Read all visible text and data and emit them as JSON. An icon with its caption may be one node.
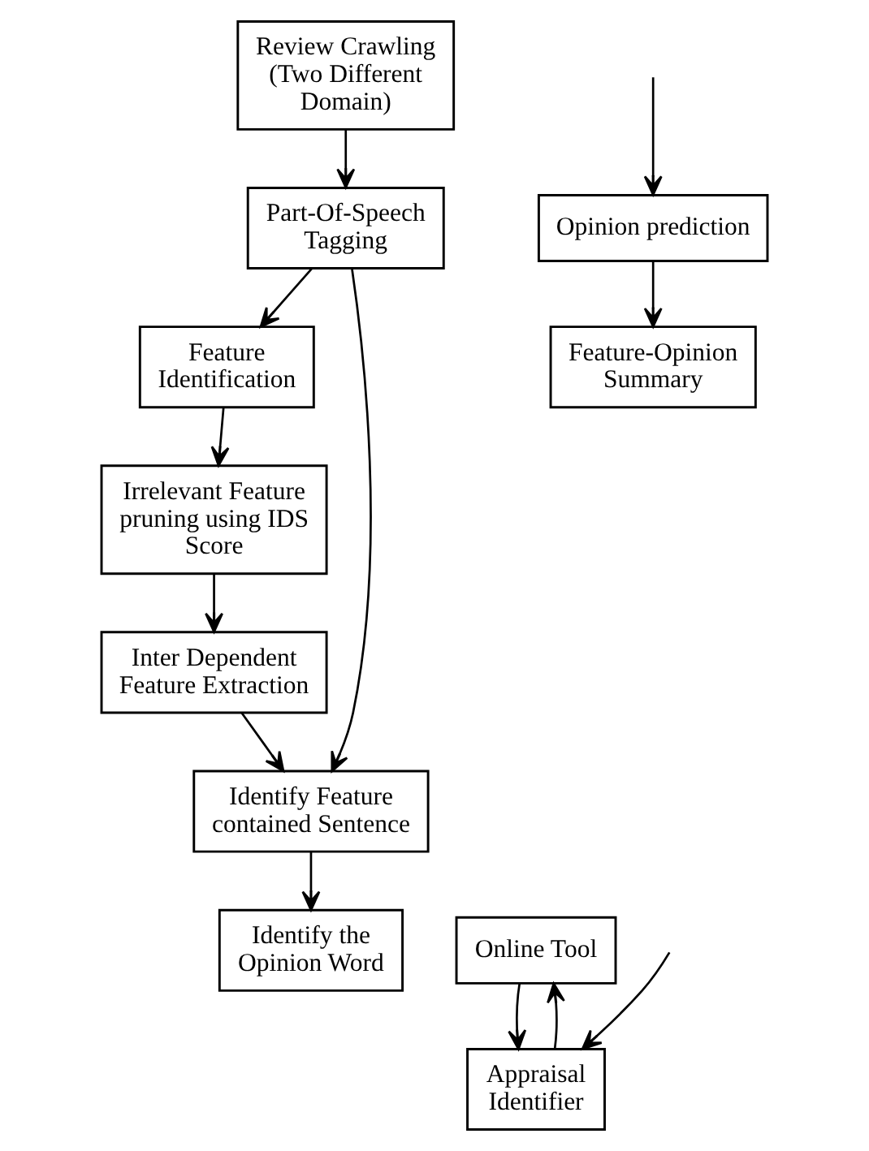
{
  "diagram": {
    "nodes": [
      {
        "text": [
          "Review Crawling (Two Different Domain)"
        ]
      },
      {
        "text": [
          "Part-Of-Speech Tagging"
        ]
      },
      {
        "text": [
          "Feature Identification"
        ]
      },
      {
        "text": [
          "Identify Feature contained Sentence"
        ]
      },
      {
        "text": [
          "Irrelevant Feature pruning using IDS Score"
        ]
      },
      {
        "text": [
          "Identify the Opinion Word"
        ]
      },
      {
        "text": [
          "Online Tool"
        ]
      },
      {
        "text": [
          "Appraisal Identifier"
        ]
      },
      {
        "text": [
          "Inter Dependent Feature Extraction"
        ]
      },
      {
        "text": [
          "Opinion prediction"
        ]
      },
      {
        "text": [
          "Feature-Opinion Summary"
        ]
      }
    ],
    "edges": [
      {
        "from": 0,
        "to": 1,
        "arrow": "to"
      },
      {
        "from": 1,
        "to": 2,
        "arrow": "to"
      },
      {
        "from": 1,
        "to": 3,
        "arrow": "to"
      },
      {
        "from": 2,
        "to": 4,
        "arrow": "to"
      },
      {
        "from": 4,
        "to": 8,
        "arrow": "to"
      },
      {
        "from": 8,
        "to": 3,
        "arrow": "to"
      },
      {
        "from": 3,
        "to": 5,
        "arrow": "to"
      },
      {
        "from": 7,
        "to": 6,
        "arrow": "to"
      },
      {
        "from": 6,
        "to": 7,
        "arrow": "to"
      },
      {
        "from": null,
        "to": 7,
        "arrow": "to"
      },
      {
        "from": null,
        "to": 9,
        "arrow": "to"
      },
      {
        "from": 9,
        "to": 10,
        "arrow": "to"
      }
    ]
  }
}
